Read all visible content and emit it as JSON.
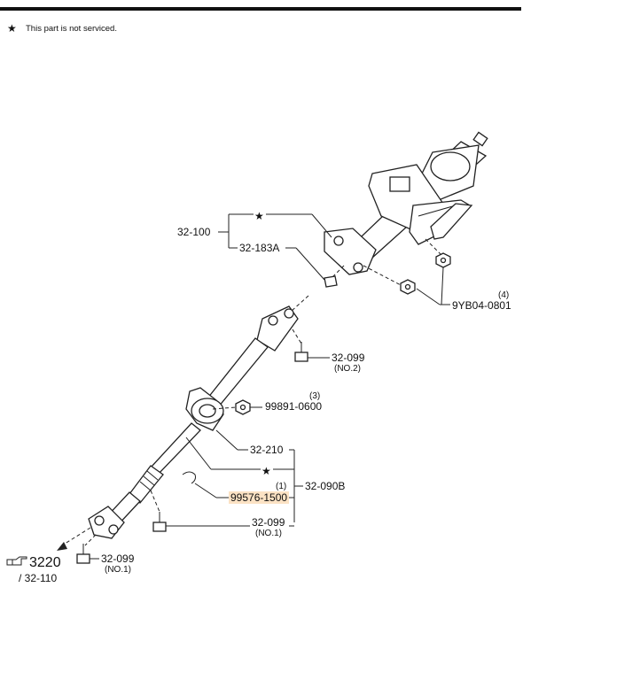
{
  "header": {
    "star_icon": "★",
    "note_text": "This part is not serviced."
  },
  "labels": {
    "p32_100": "32-100",
    "p32_183A": "32-183A",
    "p9YB04": "9YB04-0801",
    "p9YB04_qty": "(4)",
    "p32_099_no2": "32-099",
    "no2": "(NO.2)",
    "p99891": "99891-0600",
    "p99891_qty": "(3)",
    "p32_210": "32-210",
    "p32_090B": "32-090B",
    "p99576": "99576-1500",
    "p99576_qty": "(1)",
    "p32_099_no1_a": "32-099",
    "no1_a": "(NO.1)",
    "p32_099_no1_b": "32-099",
    "no1_b": "(NO.1)",
    "ref_number": "3220",
    "ref_sub": "/ 32-110"
  },
  "colors": {
    "highlight": "#fbe2c4",
    "line": "#222222"
  }
}
